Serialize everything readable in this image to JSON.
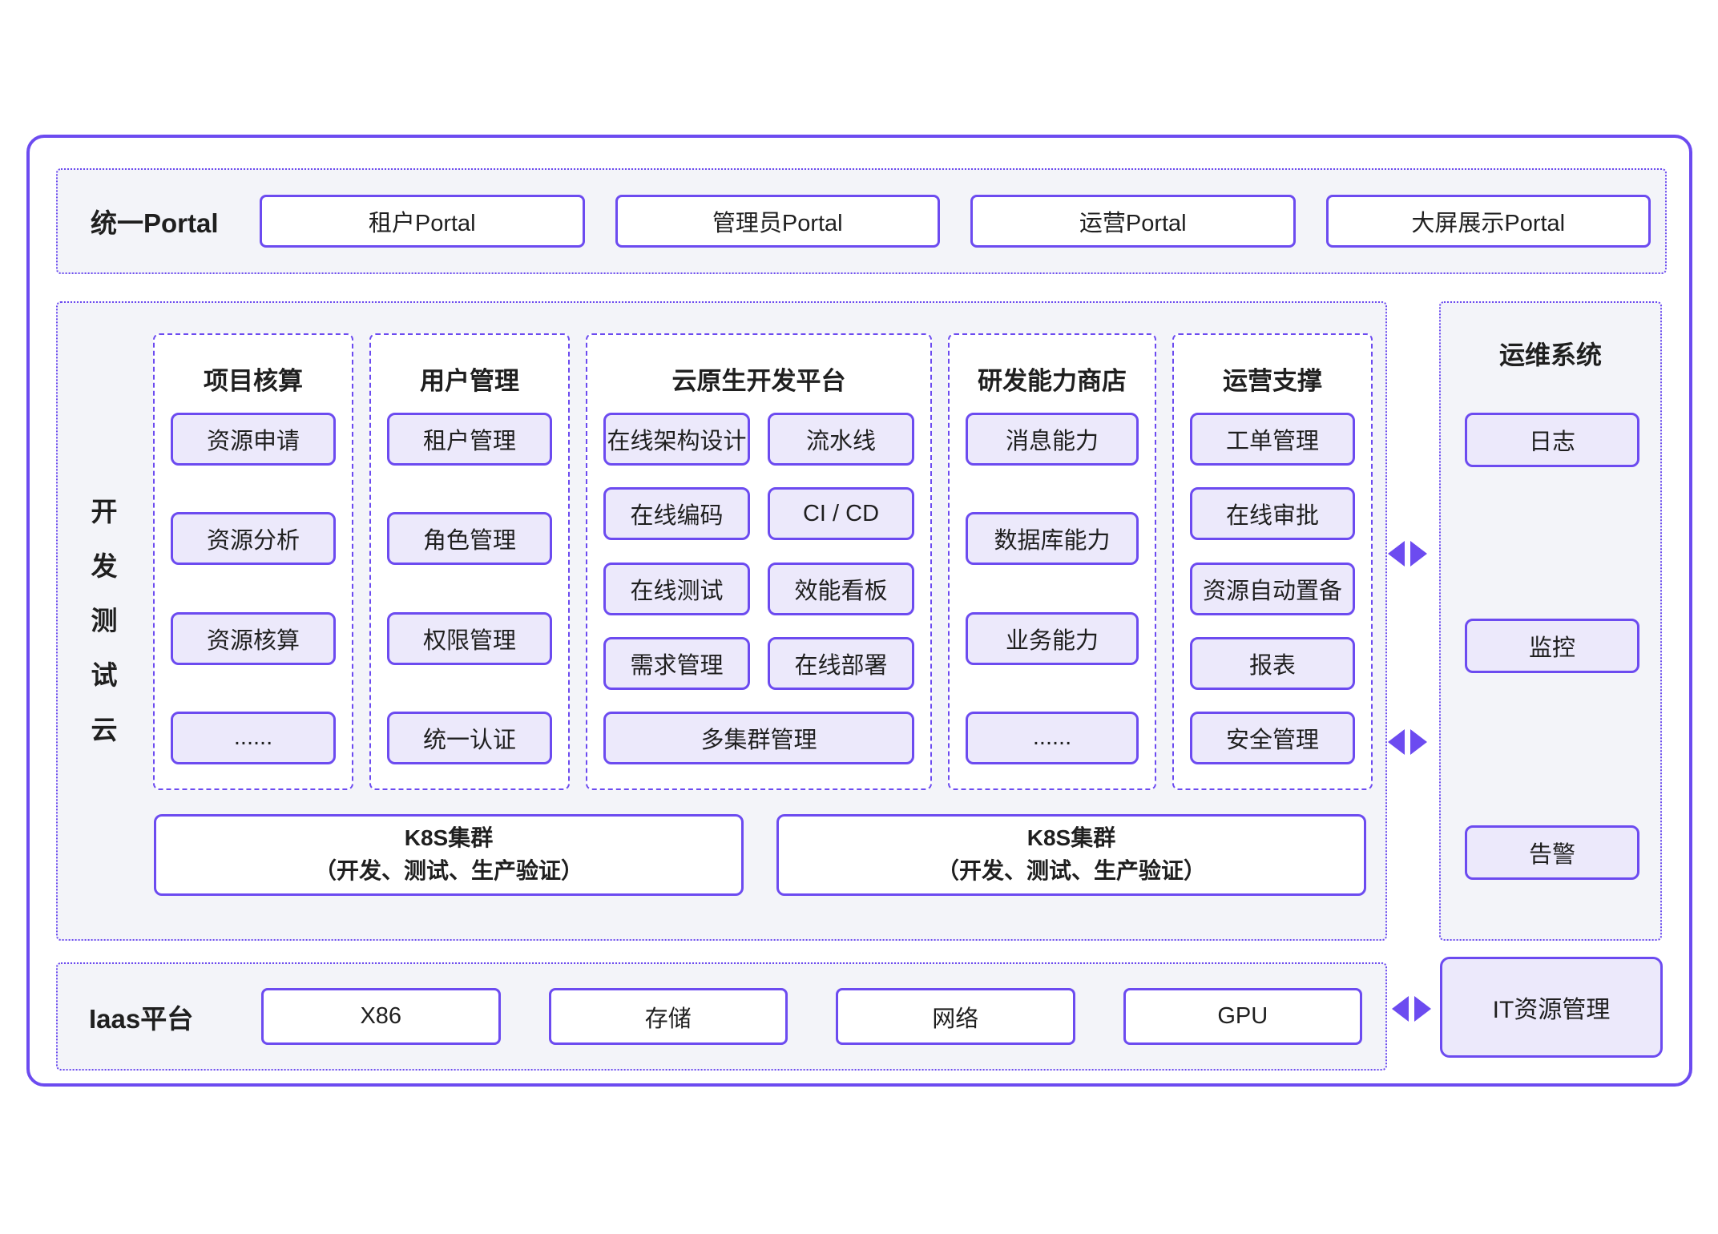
{
  "colors": {
    "accent": "#6C4BF0",
    "section_bg": "#F3F4F9",
    "box_fill": "#ECE9FB",
    "box_bg_white": "#FFFFFF",
    "text": "#1F1F1F"
  },
  "portal": {
    "label": "统一Portal",
    "items": [
      "租户Portal",
      "管理员Portal",
      "运营Portal",
      "大屏展示Portal"
    ]
  },
  "dev_cloud": {
    "side_label": "开发测试云",
    "columns": [
      {
        "title": "项目核算",
        "items": [
          "资源申请",
          "资源分析",
          "资源核算",
          "......"
        ]
      },
      {
        "title": "用户管理",
        "items": [
          "租户管理",
          "角色管理",
          "权限管理",
          "统一认证"
        ]
      },
      {
        "title": "云原生开发平台",
        "rows": [
          [
            "在线架构设计",
            "流水线"
          ],
          [
            "在线编码",
            "CI / CD"
          ],
          [
            "在线测试",
            "效能看板"
          ],
          [
            "需求管理",
            "在线部署"
          ]
        ],
        "footer": "多集群管理"
      },
      {
        "title": "研发能力商店",
        "items": [
          "消息能力",
          "数据库能力",
          "业务能力",
          "......"
        ]
      },
      {
        "title": "运营支撑",
        "items": [
          "工单管理",
          "在线审批",
          "资源自动置备",
          "报表",
          "安全管理"
        ]
      }
    ],
    "k8s_clusters": [
      {
        "title": "K8S集群",
        "subtitle": "（开发、测试、生产验证）"
      },
      {
        "title": "K8S集群",
        "subtitle": "（开发、测试、生产验证）"
      }
    ]
  },
  "ops_system": {
    "title": "运维系统",
    "items": [
      "日志",
      "监控",
      "告警"
    ]
  },
  "iaas": {
    "label": "Iaas平台",
    "items": [
      "X86",
      "存储",
      "网络",
      "GPU"
    ],
    "it_box": "IT资源管理"
  }
}
